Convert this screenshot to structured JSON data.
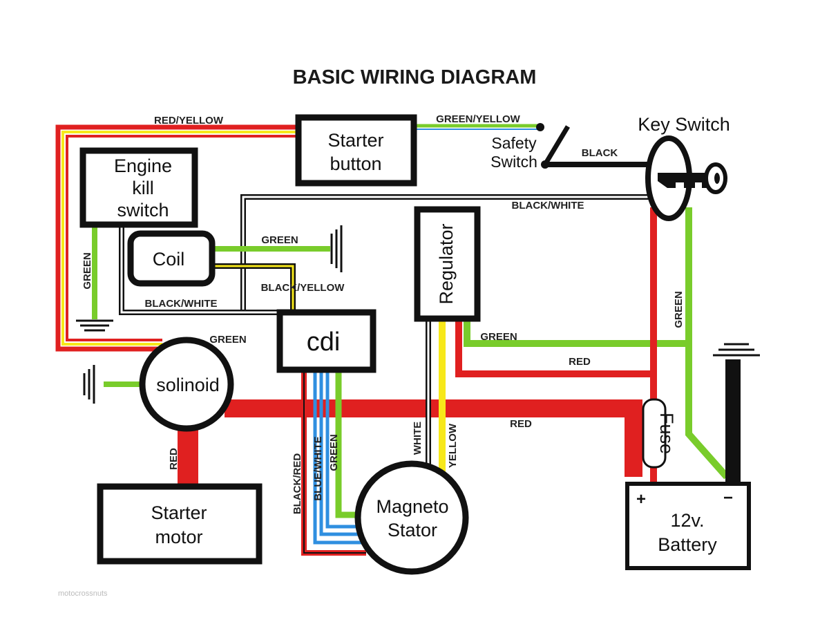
{
  "title": "BASIC WIRING DIAGRAM",
  "colors": {
    "red": "#e02020",
    "yellow": "#f7e81a",
    "green": "#79cc2b",
    "blue": "#2f8fe0",
    "black": "#111111",
    "white": "#ffffff"
  },
  "components": {
    "starter_button": [
      "Starter",
      "button"
    ],
    "safety_switch": [
      "Safety",
      "Switch"
    ],
    "key_switch": "Key Switch",
    "engine_kill_switch": [
      "Engine",
      "kill",
      "switch"
    ],
    "coil": "Coil",
    "regulator": "Regulator",
    "cdi": "cdi",
    "solinoid": "solinoid",
    "fuse": "Fuse",
    "starter_motor": [
      "Starter",
      "motor"
    ],
    "magneto_stator": [
      "Magneto",
      "Stator"
    ],
    "battery": [
      "12v.",
      "Battery"
    ],
    "battery_plus": "+",
    "battery_minus": "−"
  },
  "wire_labels": {
    "red_yellow": "RED/YELLOW",
    "green_yellow": "GREEN/YELLOW",
    "black": "BLACK",
    "black_white_top": "BLACK/WHITE",
    "green_coil": "GREEN",
    "black_yellow": "BLACK/YELLOW",
    "black_white_left": "BLACK/WHITE",
    "green_kill": "GREEN",
    "green_solinoid": "GREEN",
    "green_regulator": "GREEN",
    "red_regulator": "RED",
    "green_key": "GREEN",
    "red_main": "RED",
    "red_starter": "RED",
    "black_red": "BLACK/RED",
    "blue_white": "BLUE/WHITE",
    "green_stator": "GREEN",
    "white": "WHITE",
    "yellow": "YELLOW"
  },
  "watermark": "motocrossnuts"
}
